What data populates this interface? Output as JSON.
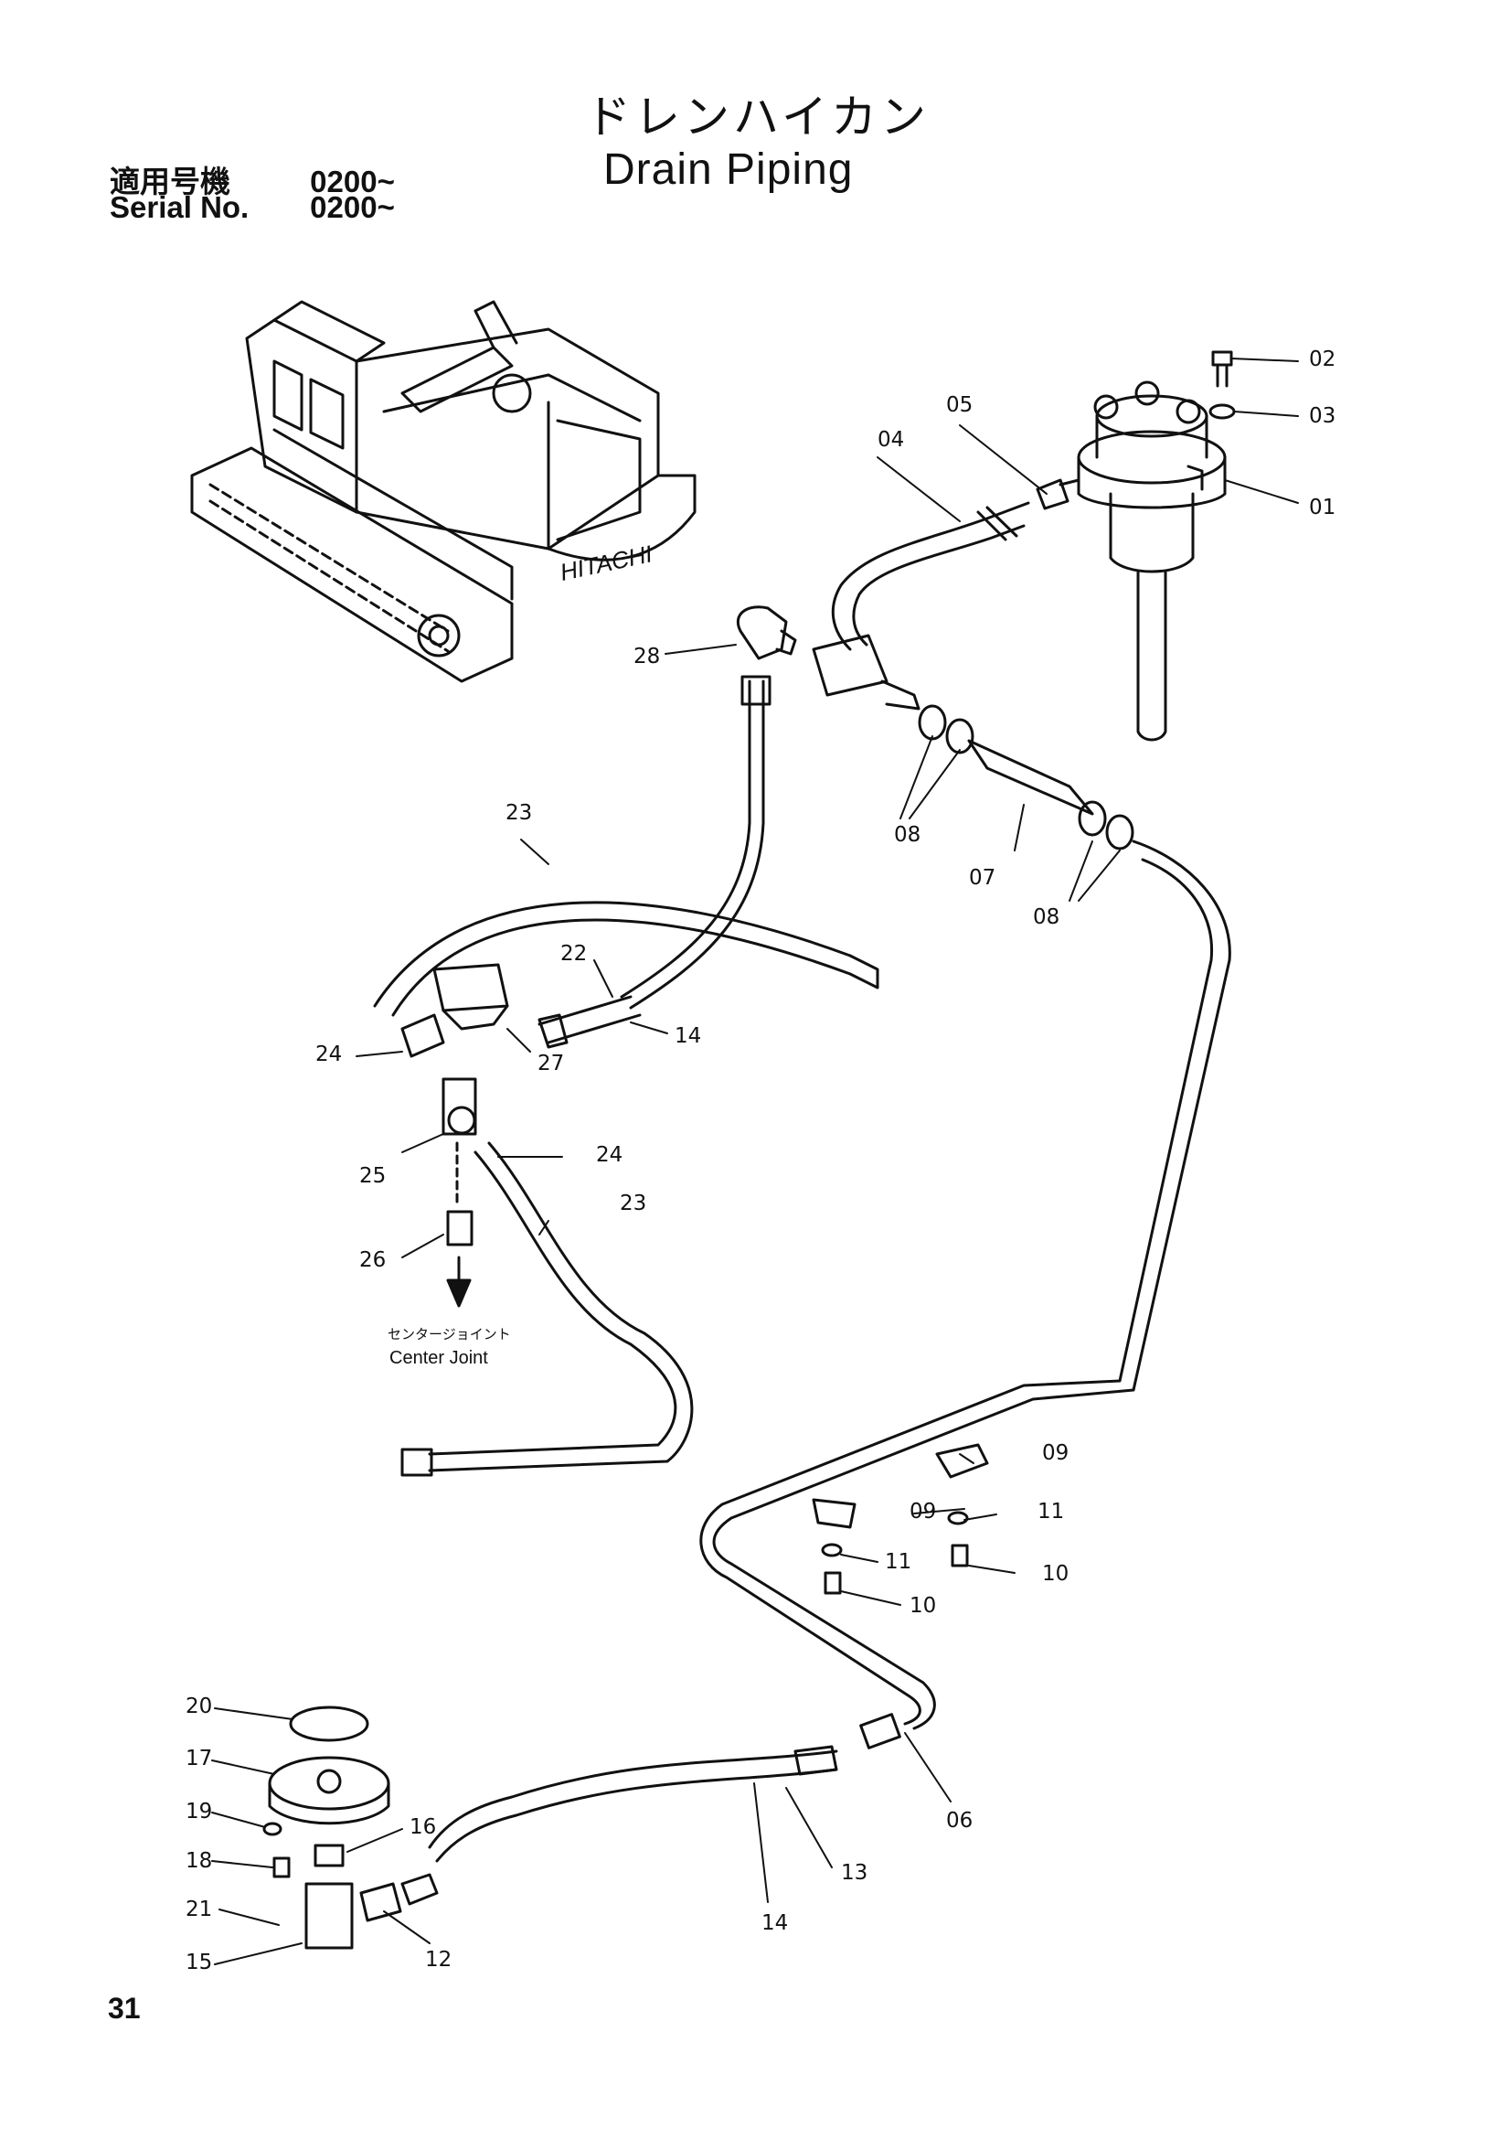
{
  "header": {
    "title_jp": "ドレンハイカン",
    "title_en": "Drain Piping",
    "serial_jp_label": "適用号機",
    "serial_jp_value": "0200~",
    "serial_en_label": "Serial No.",
    "serial_en_value": "0200~"
  },
  "machine_label": "HITACHI",
  "center_joint": {
    "jp": "センタージョイント",
    "en": "Center Joint"
  },
  "callouts": [
    {
      "text": "02",
      "key": "c02"
    },
    {
      "text": "03",
      "key": "c03"
    },
    {
      "text": "01",
      "key": "c01"
    },
    {
      "text": "05",
      "key": "c05"
    },
    {
      "text": "04",
      "key": "c04"
    },
    {
      "text": "28",
      "key": "c28"
    },
    {
      "text": "08",
      "key": "c08a"
    },
    {
      "text": "07",
      "key": "c07"
    },
    {
      "text": "08",
      "key": "c08b"
    },
    {
      "text": "23",
      "key": "c23a"
    },
    {
      "text": "22",
      "key": "c22"
    },
    {
      "text": "14",
      "key": "c14a"
    },
    {
      "text": "24",
      "key": "c24a"
    },
    {
      "text": "27",
      "key": "c27"
    },
    {
      "text": "24",
      "key": "c24b"
    },
    {
      "text": "25",
      "key": "c25"
    },
    {
      "text": "23",
      "key": "c23b"
    },
    {
      "text": "26",
      "key": "c26"
    },
    {
      "text": "09",
      "key": "c09a"
    },
    {
      "text": "09",
      "key": "c09b"
    },
    {
      "text": "11",
      "key": "c11a"
    },
    {
      "text": "11",
      "key": "c11b"
    },
    {
      "text": "10",
      "key": "c10a"
    },
    {
      "text": "10",
      "key": "c10b"
    },
    {
      "text": "20",
      "key": "c20"
    },
    {
      "text": "17",
      "key": "c17"
    },
    {
      "text": "19",
      "key": "c19"
    },
    {
      "text": "18",
      "key": "c18"
    },
    {
      "text": "21",
      "key": "c21"
    },
    {
      "text": "15",
      "key": "c15"
    },
    {
      "text": "16",
      "key": "c16"
    },
    {
      "text": "12",
      "key": "c12"
    },
    {
      "text": "14",
      "key": "c14b"
    },
    {
      "text": "13",
      "key": "c13"
    },
    {
      "text": "06",
      "key": "c06"
    }
  ],
  "page_number": "31"
}
